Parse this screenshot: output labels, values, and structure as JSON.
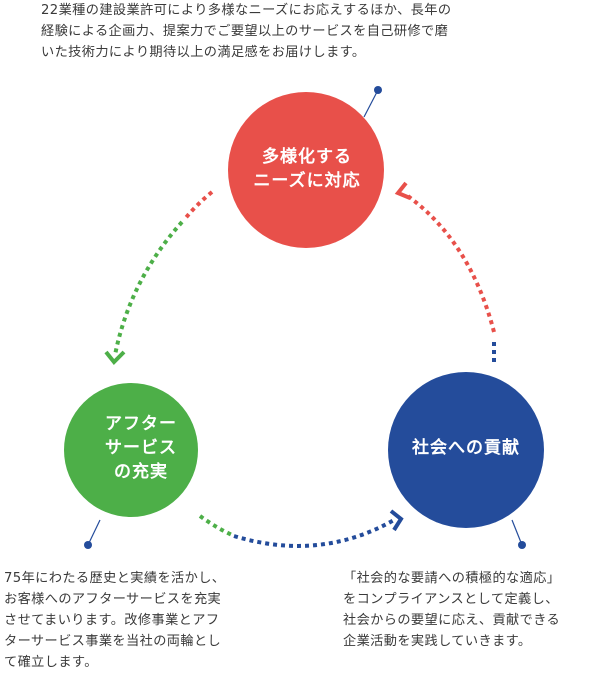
{
  "descriptions": {
    "top": [
      "22業種の建設業許可により多様なニーズにお応えするほか、長年の",
      "経験による企画力、提案力でご要望以上のサービスを自己研修で磨",
      "いた技術力により期待以上の満足感をお届けします。"
    ],
    "left": [
      "75年にわたる歴史と実績を活かし、",
      "お客様へのアフターサービスを充実",
      "させてまいります。改修事業とアフ",
      "ターサービス事業を当社の両輪とし",
      "て確立します。"
    ],
    "right": [
      "「社会的な要請への積極的な適応」",
      "をコンプライアンスとして定義し、",
      "社会からの要望に応え、貢献できる",
      "企業活動を実践していきます。"
    ]
  },
  "circles": {
    "top": {
      "lines": [
        "多様化する",
        "ニーズに対応"
      ],
      "color": "#e8504a"
    },
    "left": {
      "lines": [
        "アフター",
        "サービス",
        "の充実"
      ],
      "color": "#4daf48"
    },
    "right": {
      "lines": [
        "社会への貢献"
      ],
      "color": "#244c9b"
    }
  },
  "connector_color": "#244c9b"
}
